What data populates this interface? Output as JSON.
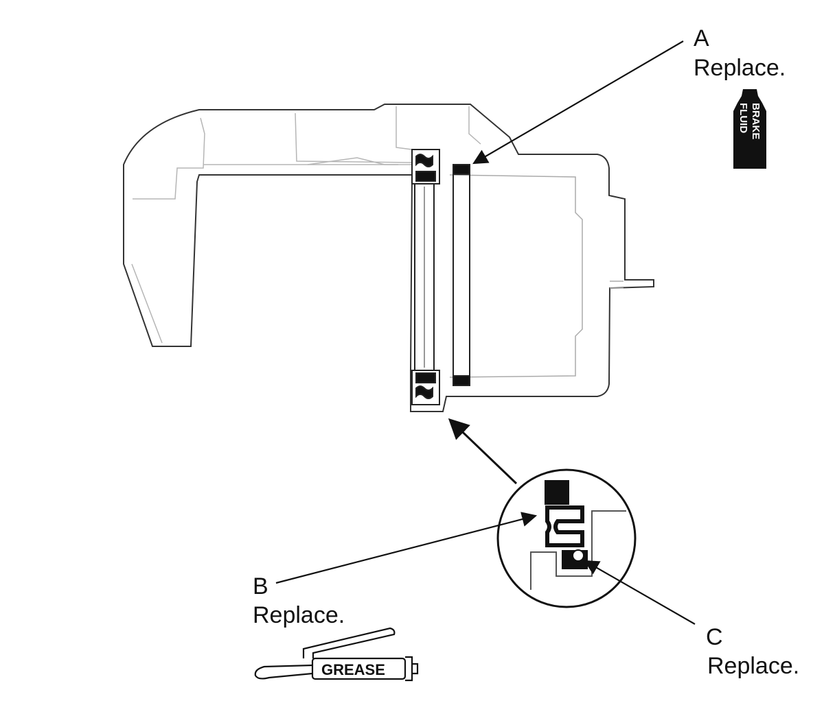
{
  "callouts": {
    "a": {
      "letter": "A",
      "text": "Replace."
    },
    "b": {
      "letter": "B",
      "text": "Replace."
    },
    "c": {
      "letter": "C",
      "text": "Replace."
    }
  },
  "icons": {
    "brake_fluid": {
      "line1": "BRAKE",
      "line2": "FLUID",
      "name": "brake-fluid-bottle-icon"
    },
    "grease": {
      "label": "GREASE",
      "name": "grease-gun-icon"
    }
  },
  "colors": {
    "line": "#222222",
    "faint": "#b5b5b5",
    "fill": "#111111"
  }
}
